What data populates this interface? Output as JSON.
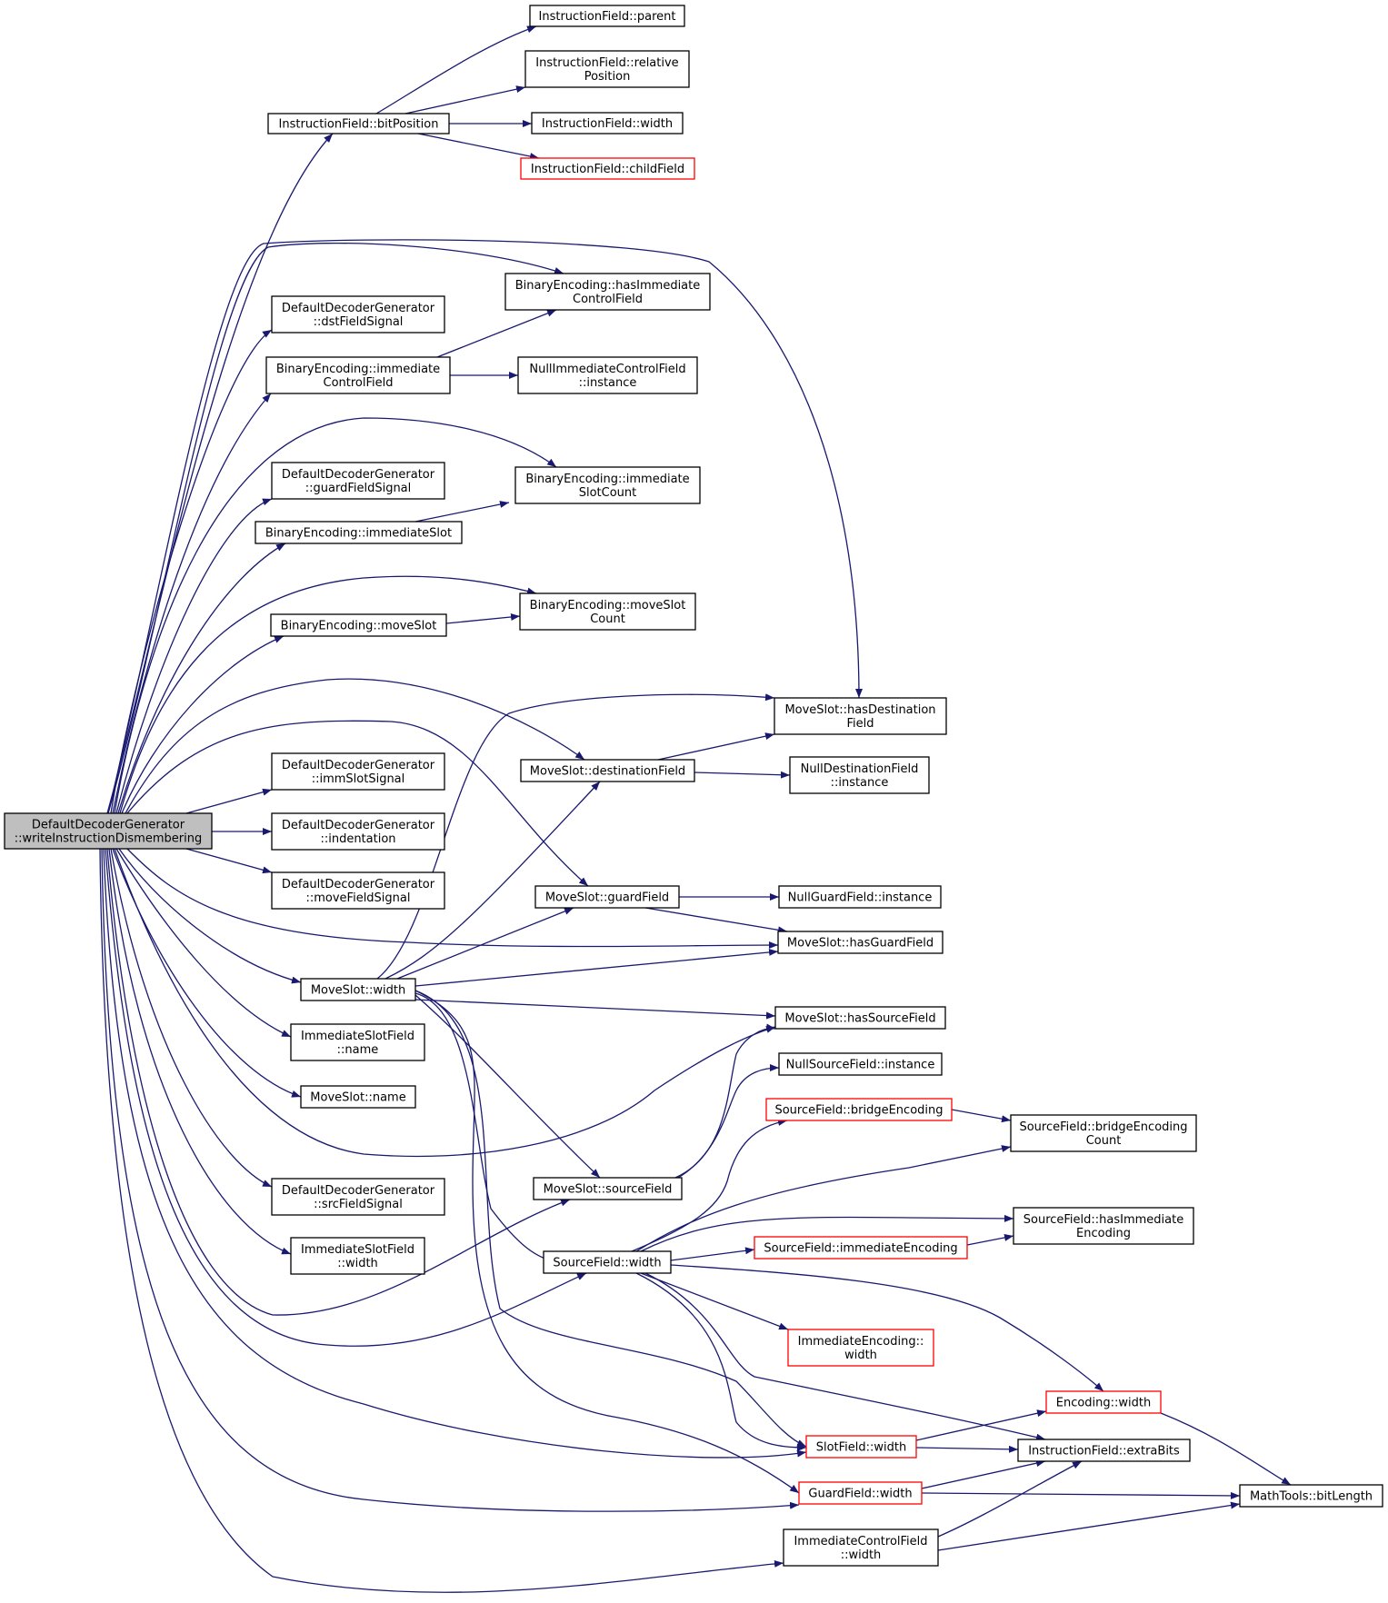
{
  "diagram": {
    "nodes": [
      {
        "id": "root",
        "lines": [
          "DefaultDecoderGenerator",
          "::writeInstructionDismembering"
        ],
        "style": "root"
      },
      {
        "id": "ifbitpos",
        "lines": [
          "InstructionField::bitPosition"
        ],
        "style": "normal"
      },
      {
        "id": "ifparent",
        "lines": [
          "InstructionField::parent"
        ],
        "style": "normal"
      },
      {
        "id": "ifrelpos",
        "lines": [
          "InstructionField::relative",
          "Position"
        ],
        "style": "normal"
      },
      {
        "id": "ifwidth",
        "lines": [
          "InstructionField::width"
        ],
        "style": "normal"
      },
      {
        "id": "ifchild",
        "lines": [
          "InstructionField::childField"
        ],
        "style": "red"
      },
      {
        "id": "behasimm",
        "lines": [
          "BinaryEncoding::hasImmediate",
          "ControlField"
        ],
        "style": "normal"
      },
      {
        "id": "ddgdst",
        "lines": [
          "DefaultDecoderGenerator",
          "::dstFieldSignal"
        ],
        "style": "normal"
      },
      {
        "id": "beimmcf",
        "lines": [
          "BinaryEncoding::immediate",
          "ControlField"
        ],
        "style": "normal"
      },
      {
        "id": "nullimm",
        "lines": [
          "NullImmediateControlField",
          "::instance"
        ],
        "style": "normal"
      },
      {
        "id": "ddgguard",
        "lines": [
          "DefaultDecoderGenerator",
          "::guardFieldSignal"
        ],
        "style": "normal"
      },
      {
        "id": "beimmslotcount",
        "lines": [
          "BinaryEncoding::immediate",
          "SlotCount"
        ],
        "style": "normal"
      },
      {
        "id": "beimmslot",
        "lines": [
          "BinaryEncoding::immediateSlot"
        ],
        "style": "normal"
      },
      {
        "id": "bemoveslotcount",
        "lines": [
          "BinaryEncoding::moveSlot",
          "Count"
        ],
        "style": "normal"
      },
      {
        "id": "bemoveslot",
        "lines": [
          "BinaryEncoding::moveSlot"
        ],
        "style": "normal"
      },
      {
        "id": "mshasdest",
        "lines": [
          "MoveSlot::hasDestination",
          "Field"
        ],
        "style": "normal"
      },
      {
        "id": "msdest",
        "lines": [
          "MoveSlot::destinationField"
        ],
        "style": "normal"
      },
      {
        "id": "nulldest",
        "lines": [
          "NullDestinationField",
          "::instance"
        ],
        "style": "normal"
      },
      {
        "id": "ddgimmslot",
        "lines": [
          "DefaultDecoderGenerator",
          "::immSlotSignal"
        ],
        "style": "normal"
      },
      {
        "id": "ddgindent",
        "lines": [
          "DefaultDecoderGenerator",
          "::indentation"
        ],
        "style": "normal"
      },
      {
        "id": "ddgmove",
        "lines": [
          "DefaultDecoderGenerator",
          "::moveFieldSignal"
        ],
        "style": "normal"
      },
      {
        "id": "msguard",
        "lines": [
          "MoveSlot::guardField"
        ],
        "style": "normal"
      },
      {
        "id": "nullguard",
        "lines": [
          "NullGuardField::instance"
        ],
        "style": "normal"
      },
      {
        "id": "mshasguard",
        "lines": [
          "MoveSlot::hasGuardField"
        ],
        "style": "normal"
      },
      {
        "id": "mswidth",
        "lines": [
          "MoveSlot::width"
        ],
        "style": "normal"
      },
      {
        "id": "mshassrc",
        "lines": [
          "MoveSlot::hasSourceField"
        ],
        "style": "normal"
      },
      {
        "id": "isfname",
        "lines": [
          "ImmediateSlotField",
          "::name"
        ],
        "style": "normal"
      },
      {
        "id": "nullsrc",
        "lines": [
          "NullSourceField::instance"
        ],
        "style": "normal"
      },
      {
        "id": "msname",
        "lines": [
          "MoveSlot::name"
        ],
        "style": "normal"
      },
      {
        "id": "sfbridge",
        "lines": [
          "SourceField::bridgeEncoding"
        ],
        "style": "red"
      },
      {
        "id": "sfbridgecount",
        "lines": [
          "SourceField::bridgeEncoding",
          "Count"
        ],
        "style": "normal"
      },
      {
        "id": "ddgsrc",
        "lines": [
          "DefaultDecoderGenerator",
          "::srcFieldSignal"
        ],
        "style": "normal"
      },
      {
        "id": "mssrc",
        "lines": [
          "MoveSlot::sourceField"
        ],
        "style": "normal"
      },
      {
        "id": "sfhasimm",
        "lines": [
          "SourceField::hasImmediate",
          "Encoding"
        ],
        "style": "normal"
      },
      {
        "id": "isfwidth",
        "lines": [
          "ImmediateSlotField",
          "::width"
        ],
        "style": "normal"
      },
      {
        "id": "sfimmenc",
        "lines": [
          "SourceField::immediateEncoding"
        ],
        "style": "red"
      },
      {
        "id": "sfwidth",
        "lines": [
          "SourceField::width"
        ],
        "style": "normal"
      },
      {
        "id": "iewidth",
        "lines": [
          "ImmediateEncoding::",
          "width"
        ],
        "style": "red"
      },
      {
        "id": "encwidth",
        "lines": [
          "Encoding::width"
        ],
        "style": "red"
      },
      {
        "id": "slotwidth",
        "lines": [
          "SlotField::width"
        ],
        "style": "red"
      },
      {
        "id": "ifextra",
        "lines": [
          "InstructionField::extraBits"
        ],
        "style": "normal"
      },
      {
        "id": "gfwidth",
        "lines": [
          "GuardField::width"
        ],
        "style": "red"
      },
      {
        "id": "bitlen",
        "lines": [
          "MathTools::bitLength"
        ],
        "style": "normal"
      },
      {
        "id": "icfwidth",
        "lines": [
          "ImmediateControlField",
          "::width"
        ],
        "style": "normal"
      }
    ]
  }
}
